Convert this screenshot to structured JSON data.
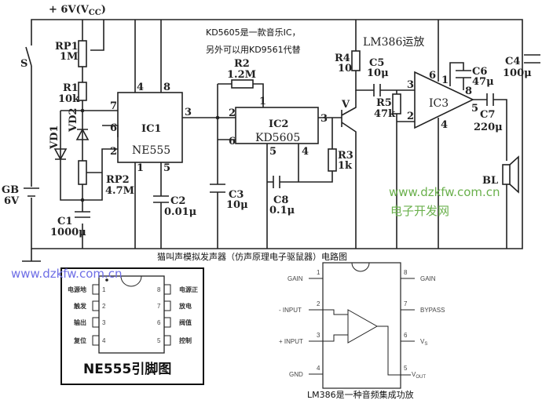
{
  "schematic": {
    "supply_label": "+ 6V(V",
    "supply_sub": "CC",
    "note_line1": "KD5605是一款音乐IC，",
    "note_line2": "另外可以用KD9561代替",
    "ic3_note": "LM386运放",
    "caption": "猫叫声模拟发声器（仿声原理电子驱鼠器）电路图",
    "components": {
      "switch": "S",
      "battery": "GB",
      "battery_value": "6V",
      "rp1": "RP1",
      "rp1_value": "1M",
      "r1": "R1",
      "r1_value": "10k",
      "vd1": "VD1",
      "vd2": "VD2",
      "rp2": "RP2",
      "rp2_value": "4.7M",
      "c1": "C1",
      "c1_value": "1000μ",
      "ic1": "IC1",
      "ic1_part": "NE555",
      "c2": "C2",
      "c2_value": "0.01μ",
      "r2": "R2",
      "r2_value": "1.2M",
      "c3": "C3",
      "c3_value": "10μ",
      "ic2": "IC2",
      "ic2_part": "KD5605",
      "c8": "C8",
      "c8_value": "0.1μ",
      "r3": "R3",
      "r3_value": "1k",
      "transistor": "V",
      "r4": "R4",
      "r4_value": "10",
      "c5": "C5",
      "c5_value": "10μ",
      "r5": "R5",
      "r5_value": "47k",
      "ic3": "IC3",
      "c6": "C6",
      "c6_value": "47μ",
      "c7": "C7",
      "c7_value": "220μ",
      "c4": "C4",
      "c4_value": "100μ",
      "speaker": "BL"
    },
    "pins": {
      "ic1": [
        "4",
        "8",
        "7",
        "6",
        "2",
        "3",
        "1",
        "5"
      ],
      "ic2": [
        "1",
        "2",
        "6",
        "3",
        "5",
        "4"
      ],
      "ic3": [
        "6",
        "1",
        "3",
        "2",
        "8",
        "5",
        "4"
      ]
    }
  },
  "watermark": {
    "url": "www.dzkfw.com.cn",
    "site": "电子开发网",
    "url_color": "#6ab04c",
    "url2_color": "#6f6fe6"
  },
  "ne555_pinout": {
    "title": "NE555引脚图",
    "left": [
      {
        "num": "1",
        "label": "电源地"
      },
      {
        "num": "2",
        "label": "触发"
      },
      {
        "num": "3",
        "label": "输出"
      },
      {
        "num": "4",
        "label": "复位"
      }
    ],
    "right": [
      {
        "num": "8",
        "label": "电源正"
      },
      {
        "num": "7",
        "label": "放电"
      },
      {
        "num": "6",
        "label": "阀值"
      },
      {
        "num": "5",
        "label": "控制"
      }
    ]
  },
  "lm386_pinout": {
    "caption": "LM386是一种音频集成功放",
    "left": [
      {
        "num": "1",
        "label": "GAIN"
      },
      {
        "num": "2",
        "label": "- INPUT"
      },
      {
        "num": "3",
        "label": "+ INPUT"
      },
      {
        "num": "4",
        "label": "GND"
      }
    ],
    "right": [
      {
        "num": "8",
        "label": "GAIN"
      },
      {
        "num": "7",
        "label": "BYPASS"
      },
      {
        "num": "6",
        "label": "V",
        "sub": "S"
      },
      {
        "num": "5",
        "label": "V",
        "sub": "OUT"
      }
    ]
  }
}
